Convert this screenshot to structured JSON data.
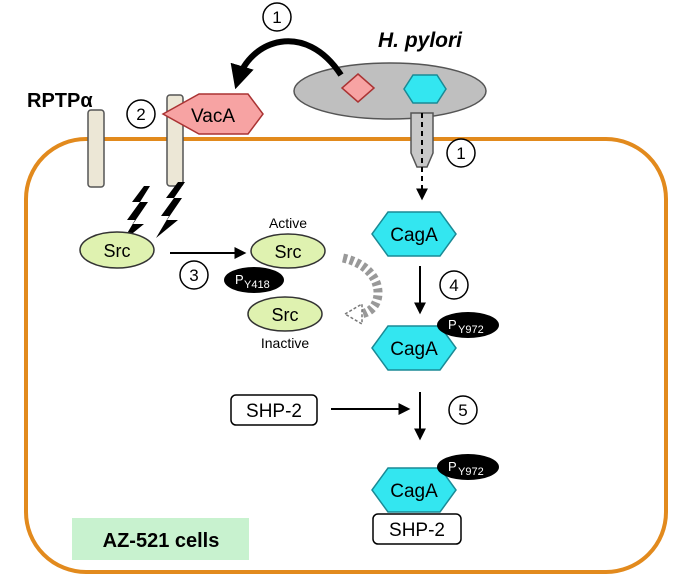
{
  "bacterium": {
    "label": "H. pylori"
  },
  "receptor": {
    "label": "RPTPα"
  },
  "toxin": {
    "label": "VacA"
  },
  "kinase": {
    "src_label": "Src",
    "active_label": "Active",
    "inactive_label": "Inactive",
    "phospho_site": {
      "p": "P",
      "site": "Y418"
    }
  },
  "effector": {
    "label": "CagA",
    "phospho_site": {
      "p": "P",
      "site": "Y972"
    }
  },
  "phosphatase": {
    "label": "SHP-2"
  },
  "steps": [
    "1",
    "2",
    "3",
    "4",
    "5"
  ],
  "cell_line": {
    "label": "AZ-521 cells"
  },
  "colors": {
    "cell_border": "#e28a1d",
    "bacterium_fill": "#bfbfbf",
    "cagA_fill": "#33e6f0",
    "vacA_fill": "#f7a3a3",
    "src_fill": "#dff2b0",
    "label_box_fill": "#c8f2cf",
    "phospho_fill": "#000000"
  }
}
